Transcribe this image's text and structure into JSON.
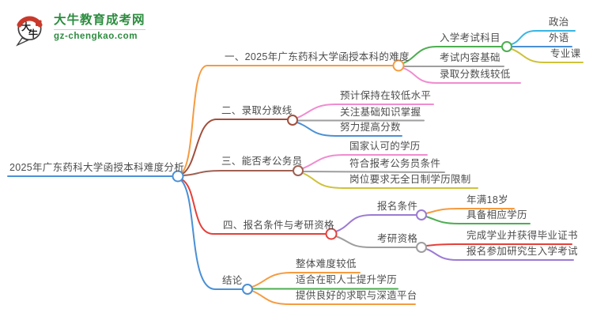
{
  "logo": {
    "title": "大牛教育成考网",
    "url": "gz-chengkao.com",
    "badge_char_1": "大",
    "badge_char_2": "牛",
    "brand_color": "#2b8c3e",
    "seal_color": "#c9392b"
  },
  "colors": {
    "root_blue": "#4a90d5",
    "orange": "#f59b40",
    "rust": "#a14f3d",
    "brown": "#a06052",
    "red": "#e4403a",
    "green": "#4dae51",
    "cyan": "#38b6e3",
    "yellow": "#cec23b",
    "pink": "#f08cd0",
    "gray": "#9e9e9e",
    "purple": "#9b7bd3",
    "text": "#4d4d4d"
  },
  "mindmap": {
    "root": {
      "label": "2025年广东药科大学函授本科难度分析"
    },
    "branches": [
      {
        "label": "一、2025年广东药科大学函授本科的难度",
        "children": [
          {
            "label": "入学考试科目",
            "children": [
              {
                "label": "政治"
              },
              {
                "label": "外语"
              },
              {
                "label": "专业课"
              }
            ]
          },
          {
            "label": "考试内容基础"
          },
          {
            "label": "录取分数线较低"
          }
        ]
      },
      {
        "label": "二、录取分数线",
        "children": [
          {
            "label": "预计保持在较低水平"
          },
          {
            "label": "关注基础知识掌握"
          },
          {
            "label": "努力提高分数"
          }
        ]
      },
      {
        "label": "三、能否考公务员",
        "children": [
          {
            "label": "国家认可的学历"
          },
          {
            "label": "符合报考公务员条件"
          },
          {
            "label": "岗位要求无全日制学历限制"
          }
        ]
      },
      {
        "label": "四、报名条件与考研资格",
        "children": [
          {
            "label": "报名条件",
            "children": [
              {
                "label": "年满18岁"
              },
              {
                "label": "具备相应学历"
              }
            ]
          },
          {
            "label": "考研资格",
            "children": [
              {
                "label": "完成学业并获得毕业证书"
              },
              {
                "label": "报名参加研究生入学考试"
              }
            ]
          }
        ]
      },
      {
        "label": "结论",
        "children": [
          {
            "label": "整体难度较低"
          },
          {
            "label": "适合在职人士提升学历"
          },
          {
            "label": "提供良好的求职与深造平台"
          }
        ]
      }
    ]
  }
}
